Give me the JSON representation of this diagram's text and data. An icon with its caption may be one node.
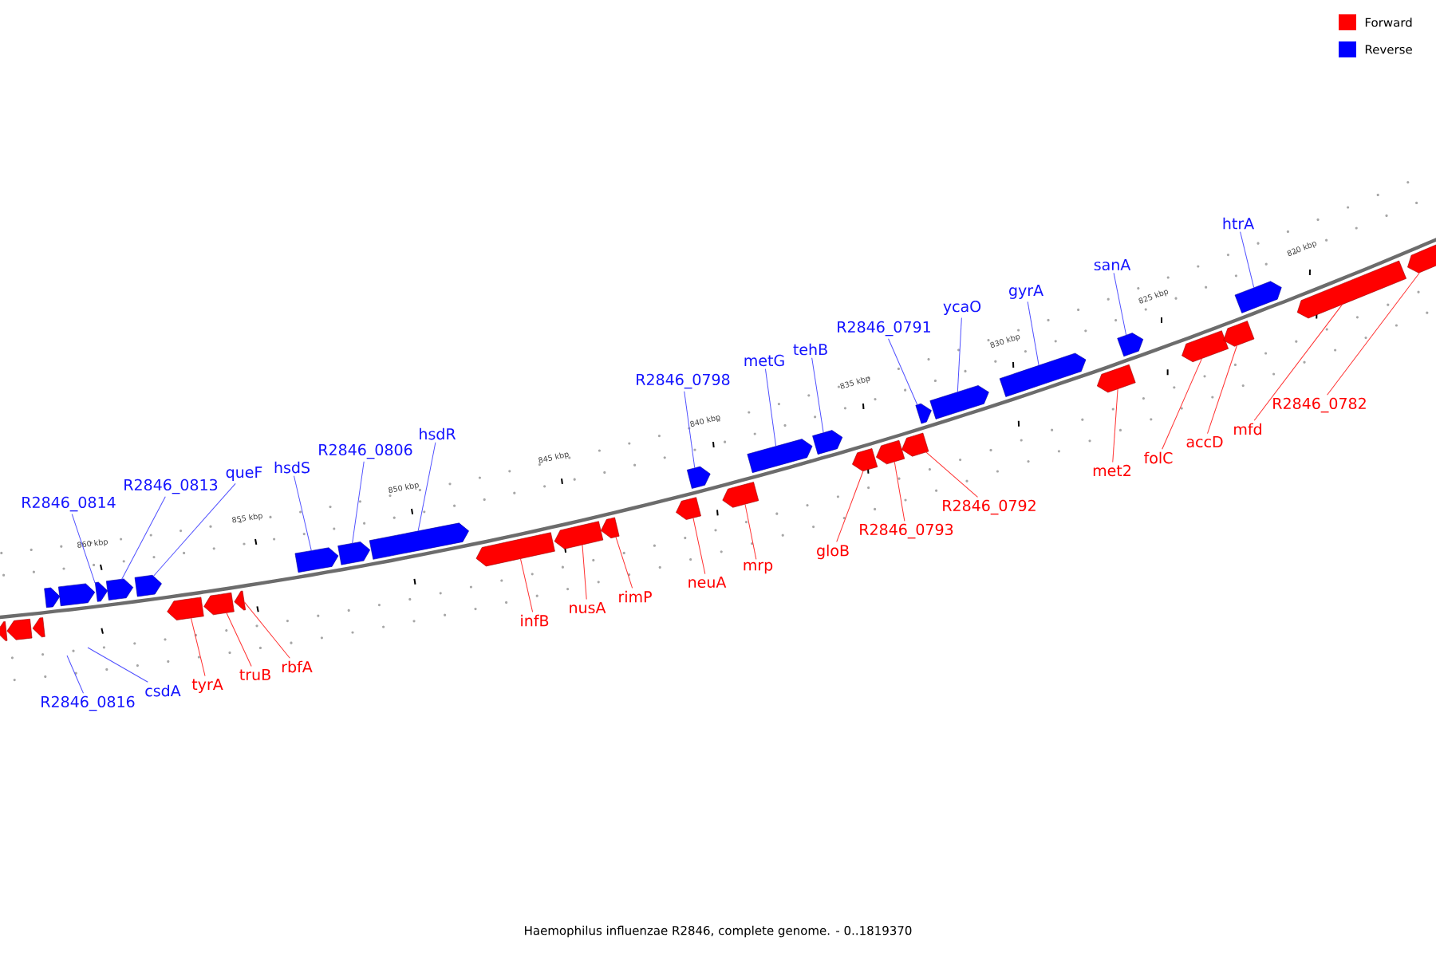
{
  "diagram": {
    "caption": "Haemophilus influenzae R2846, complete genome. - 0..1819370",
    "nodes": [
      {
        "text": [],
        "shape": "bar"
      },
      {
        "text": [],
        "shape": "bar"
      },
      {
        "text": [],
        "shape": "bar"
      },
      {
        "text": [],
        "shape": "bar"
      },
      {
        "text": [],
        "shape": "bar"
      },
      {
        "text": [],
        "shape": "bar"
      },
      {
        "text": [],
        "shape": "bar"
      },
      {
        "text": [],
        "shape": "bar"
      },
      {
        "text": [],
        "shape": "bar"
      },
      {
        "text": [],
        "shape": "bar"
      },
      {
        "text": [],
        "shape": "bar"
      },
      {
        "text": [],
        "shape": "bar"
      },
      {
        "text": [],
        "shape": "bar"
      },
      {
        "text": [],
        "shape": "bar"
      },
      {
        "text": [],
        "shape": "bar"
      },
      {
        "text": [],
        "shape": "bar"
      },
      {
        "text": [],
        "shape": "bar"
      },
      {
        "text": [],
        "shape": "bar"
      },
      {
        "text": [],
        "shape": "bar"
      },
      {
        "text": [],
        "shape": "bar"
      },
      {
        "text": [],
        "shape": "bar"
      },
      {
        "text": [],
        "shape": "bar"
      },
      {
        "text": [],
        "shape": "bar"
      },
      {
        "text": [],
        "shape": "bar"
      },
      {
        "text": [],
        "shape": "bar"
      },
      {
        "text": [],
        "shape": "bar"
      },
      {
        "text": [],
        "shape": "bar"
      },
      {
        "text": [],
        "shape": "bar"
      },
      {
        "text": [],
        "shape": "bar"
      },
      {
        "text": [],
        "shape": "bar"
      },
      {
        "text": [],
        "shape": "bar"
      },
      {
        "text": [],
        "shape": "bar"
      },
      {
        "text": [],
        "shape": "bar"
      },
      {
        "text": [],
        "shape": "bar"
      },
      {
        "text": [],
        "shape": "bar"
      },
      {
        "text": [
          "R2846_0814"
        ]
      },
      {
        "text": [
          "R2846_0813"
        ]
      },
      {
        "text": [
          "queF"
        ]
      },
      {
        "text": [
          "hsdS"
        ]
      },
      {
        "text": [
          "R2846_0806"
        ]
      },
      {
        "text": [
          "hsdR"
        ]
      },
      {
        "text": [
          "R2846_0798"
        ]
      },
      {
        "text": [
          "metG"
        ]
      },
      {
        "text": [
          "tehB"
        ]
      },
      {
        "text": [
          "R2846_0791"
        ]
      },
      {
        "text": [
          "ycaO"
        ]
      },
      {
        "text": [
          "gyrA"
        ]
      },
      {
        "text": [
          "sanA"
        ]
      },
      {
        "text": [
          "htrA"
        ]
      },
      {
        "text": [
          "R2846_0816"
        ]
      },
      {
        "text": [
          "csdA"
        ]
      },
      {
        "text": [
          "tyrA"
        ]
      },
      {
        "text": [
          "truB"
        ]
      },
      {
        "text": [
          "rbfA"
        ]
      },
      {
        "text": [
          "infB"
        ]
      },
      {
        "text": [
          "nusA"
        ]
      },
      {
        "text": [
          "rimP"
        ]
      },
      {
        "text": [
          "neuA"
        ]
      },
      {
        "text": [
          "mrp"
        ]
      },
      {
        "text": [
          "gloB"
        ]
      },
      {
        "text": [
          "R2846_0793"
        ]
      },
      {
        "text": [
          "R2846_0792"
        ]
      },
      {
        "text": [
          "met2"
        ]
      },
      {
        "text": [
          "folC"
        ]
      },
      {
        "text": [
          "accD"
        ]
      },
      {
        "text": [
          "mfd"
        ]
      },
      {
        "text": [
          "R2846_0782"
        ]
      }
    ],
    "edges": [
      {
        "from": 35,
        "to": 2,
        "arrow": "none",
        "color": "#5050ff"
      },
      {
        "from": 36,
        "to": 3,
        "arrow": "none",
        "color": "#5050ff"
      },
      {
        "from": 37,
        "to": 4,
        "arrow": "none",
        "color": "#5050ff"
      },
      {
        "from": 38,
        "to": 5,
        "arrow": "none",
        "color": "#5050ff"
      },
      {
        "from": 39,
        "to": 6,
        "arrow": "none",
        "color": "#5050ff"
      },
      {
        "from": 40,
        "to": 7,
        "arrow": "none",
        "color": "#5050ff"
      },
      {
        "from": 41,
        "to": 8,
        "arrow": "none",
        "color": "#5050ff"
      },
      {
        "from": 42,
        "to": 9,
        "arrow": "none",
        "color": "#5050ff"
      },
      {
        "from": 43,
        "to": 10,
        "arrow": "none",
        "color": "#5050ff"
      },
      {
        "from": 44,
        "to": 11,
        "arrow": "none",
        "color": "#5050ff"
      },
      {
        "from": 45,
        "to": 12,
        "arrow": "none",
        "color": "#5050ff"
      },
      {
        "from": 46,
        "to": 13,
        "arrow": "none",
        "color": "#5050ff"
      },
      {
        "from": 47,
        "to": 14,
        "arrow": "none",
        "color": "#5050ff"
      },
      {
        "from": 48,
        "to": 15,
        "arrow": "none",
        "color": "#5050ff"
      },
      {
        "from": 49,
        "to": null,
        "arrow": "none",
        "color": "#5050ff"
      },
      {
        "from": 50,
        "to": null,
        "arrow": "none",
        "color": "#5050ff"
      },
      {
        "from": 51,
        "to": 19,
        "arrow": "none",
        "color": "#ff3030"
      },
      {
        "from": 52,
        "to": 20,
        "arrow": "none",
        "color": "#ff3030"
      },
      {
        "from": 53,
        "to": 21,
        "arrow": "none",
        "color": "#ff3030"
      },
      {
        "from": 54,
        "to": 22,
        "arrow": "none",
        "color": "#ff3030"
      },
      {
        "from": 55,
        "to": 23,
        "arrow": "none",
        "color": "#ff3030"
      },
      {
        "from": 56,
        "to": 24,
        "arrow": "none",
        "color": "#ff3030"
      },
      {
        "from": 57,
        "to": 25,
        "arrow": "none",
        "color": "#ff3030"
      },
      {
        "from": 58,
        "to": 26,
        "arrow": "none",
        "color": "#ff3030"
      },
      {
        "from": 59,
        "to": 27,
        "arrow": "none",
        "color": "#ff3030"
      },
      {
        "from": 60,
        "to": 28,
        "arrow": "none",
        "color": "#ff3030"
      },
      {
        "from": 61,
        "to": 29,
        "arrow": "none",
        "color": "#ff3030"
      },
      {
        "from": 62,
        "to": 30,
        "arrow": "none",
        "color": "#ff3030"
      },
      {
        "from": 63,
        "to": 31,
        "arrow": "none",
        "color": "#ff3030"
      },
      {
        "from": 64,
        "to": 32,
        "arrow": "none",
        "color": "#ff3030"
      },
      {
        "from": 65,
        "to": 33,
        "arrow": "none",
        "color": "#ff3030"
      },
      {
        "from": 66,
        "to": 34,
        "arrow": "none",
        "color": "#ff3030"
      }
    ],
    "labels": [
      "860 kbp",
      "855 kbp",
      "850 kbp",
      "845 kbp",
      "840 kbp",
      "835 kbp",
      "830 kbp",
      "825 kbp",
      "820 kbp"
    ],
    "legend": [
      {
        "text": "Forward",
        "color": "#ff0000"
      },
      {
        "text": "Reverse",
        "color": "#0000ff"
      }
    ]
  }
}
